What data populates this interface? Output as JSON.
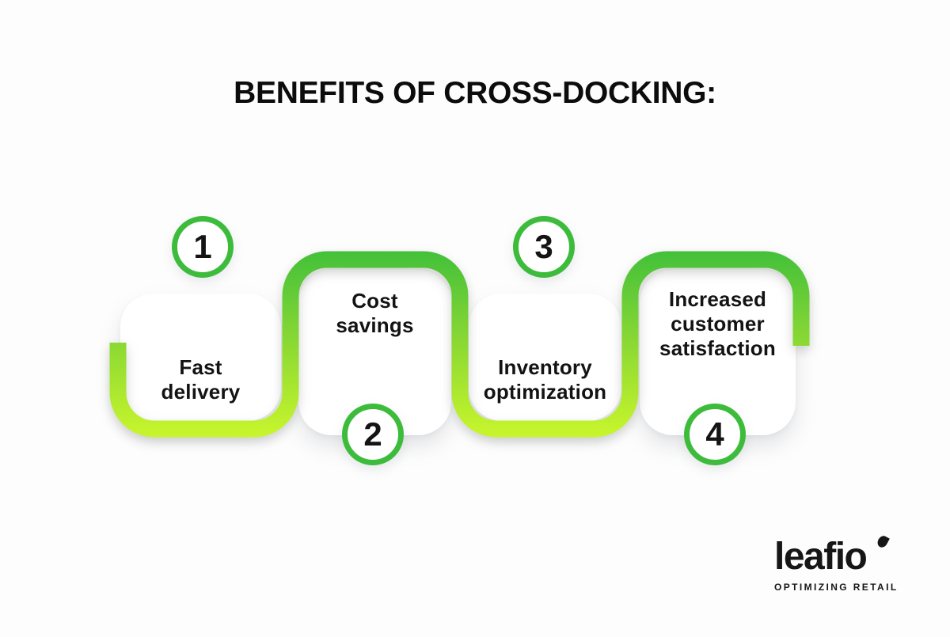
{
  "title": "BENEFITS OF CROSS-DOCKING:",
  "steps": [
    {
      "number": "1",
      "label": "Fast delivery",
      "lines": [
        "Fast",
        "delivery"
      ]
    },
    {
      "number": "2",
      "label": "Cost savings",
      "lines": [
        "Cost",
        "savings"
      ]
    },
    {
      "number": "3",
      "label": "Inventory optimization",
      "lines": [
        "Inventory",
        "optimization"
      ]
    },
    {
      "number": "4",
      "label": "Increased customer satisfaction",
      "lines": [
        "Increased",
        "customer",
        "satisfaction"
      ]
    }
  ],
  "logo": {
    "name": "leafio",
    "tagline": "OPTIMIZING RETAIL"
  },
  "colors": {
    "path_green_top": "#43c03a",
    "path_mid": "#8cd933",
    "path_lime_bottom": "#c9f62c",
    "circle_border": "#3dbc3c",
    "text": "#131313",
    "background": "#fdfdfd"
  }
}
